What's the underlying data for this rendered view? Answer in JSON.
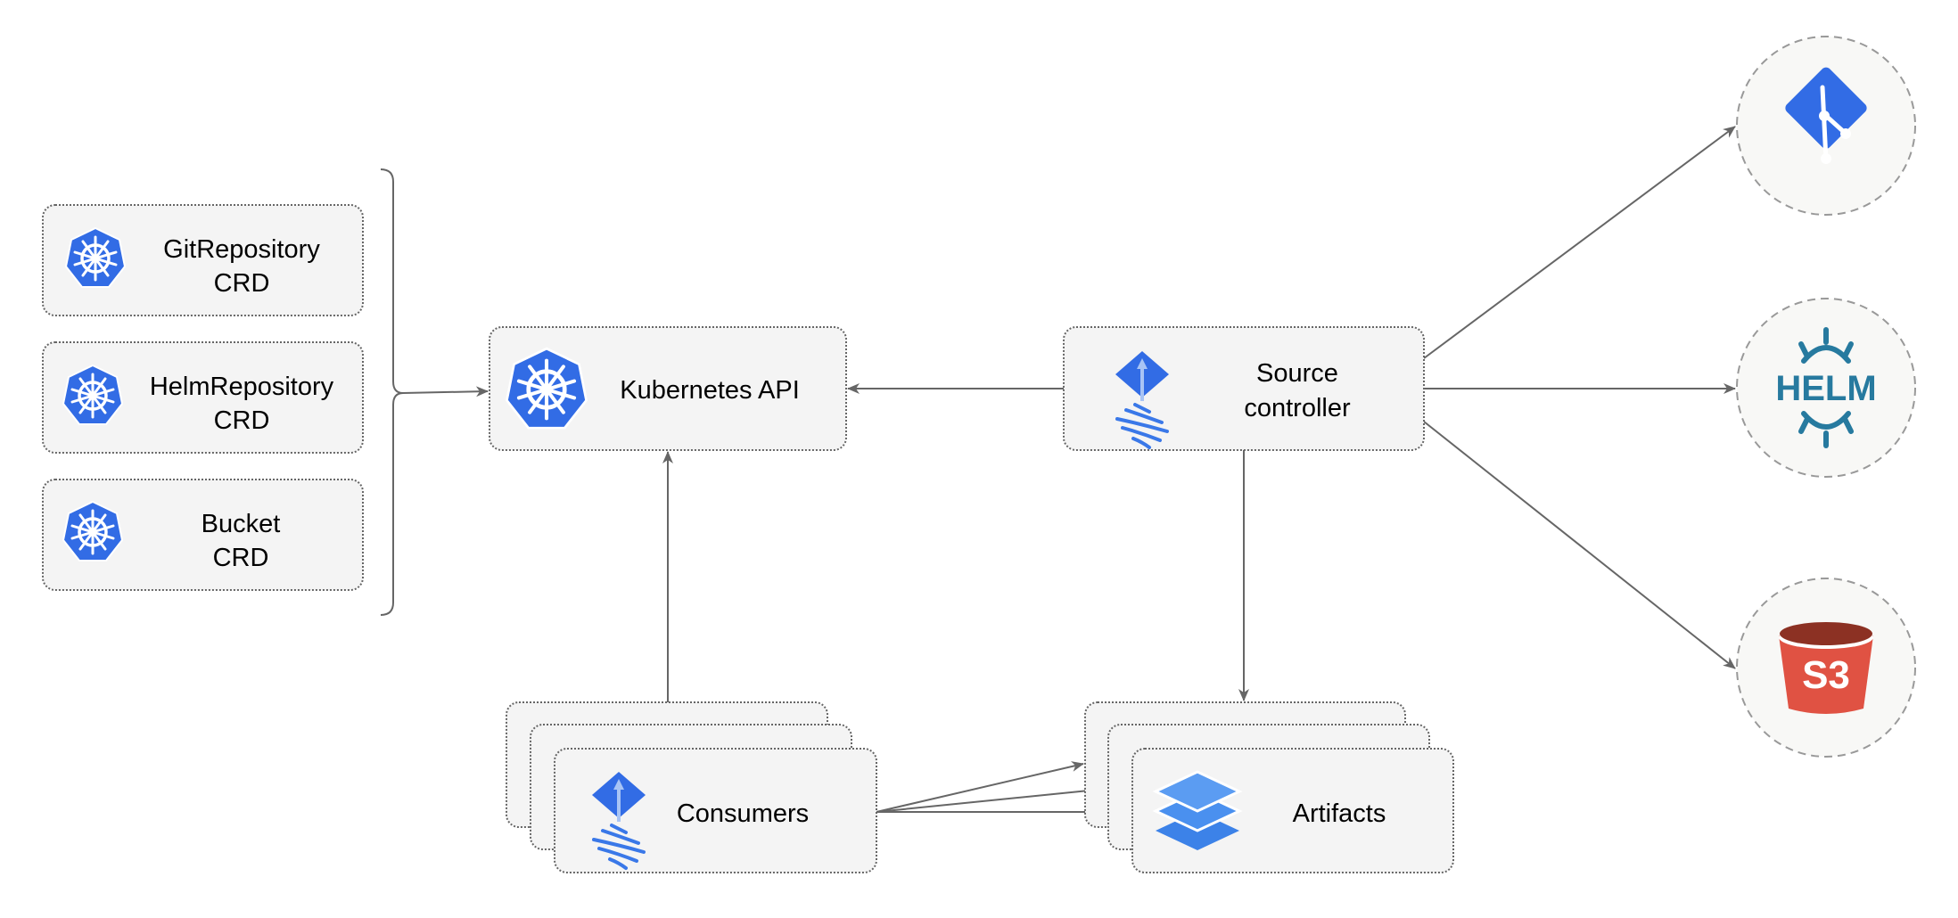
{
  "nodes": {
    "git_repository_crd": {
      "line1": "GitRepository",
      "line2": "CRD",
      "icon": "kubernetes-icon"
    },
    "helm_repository_crd": {
      "line1": "HelmRepository",
      "line2": "CRD",
      "icon": "kubernetes-icon"
    },
    "bucket_crd": {
      "line1": "Bucket",
      "line2": "CRD",
      "icon": "kubernetes-icon"
    },
    "kubernetes_api": {
      "label": "Kubernetes API",
      "icon": "kubernetes-icon"
    },
    "source_controller": {
      "line1": "Source",
      "line2": "controller",
      "icon": "flux-icon"
    },
    "consumers": {
      "label": "Consumers",
      "icon": "flux-icon"
    },
    "artifacts": {
      "label": "Artifacts",
      "icon": "layers-icon"
    },
    "git": {
      "icon": "git-icon"
    },
    "helm": {
      "label": "HELM",
      "icon": "helm-icon"
    },
    "s3": {
      "label": "S3",
      "icon": "s3-bucket-icon"
    }
  },
  "edges": [
    {
      "from": "crds",
      "to": "kubernetes_api"
    },
    {
      "from": "source_controller",
      "to": "kubernetes_api"
    },
    {
      "from": "consumers",
      "to": "kubernetes_api"
    },
    {
      "from": "source_controller",
      "to": "artifacts"
    },
    {
      "from": "consumers",
      "to": "artifacts"
    },
    {
      "from": "source_controller",
      "to": "git"
    },
    {
      "from": "source_controller",
      "to": "helm"
    },
    {
      "from": "source_controller",
      "to": "s3"
    }
  ],
  "colors": {
    "k8s_blue": "#326ce5",
    "helm_teal": "#277a9f",
    "s3_red": "#e05243",
    "s3_dark": "#8c3123",
    "edge": "#666666",
    "box_fill": "#f4f4f4"
  }
}
